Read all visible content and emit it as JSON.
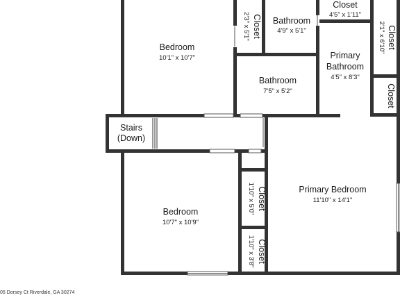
{
  "colors": {
    "wall": "#333333",
    "background": "#ffffff",
    "text": "#1a1a1a"
  },
  "rooms": {
    "bedroom_top": {
      "name": "Bedroom",
      "dims": "10'1\" x 10'7\""
    },
    "closet_tl": {
      "name": "Closet",
      "dims": "2'3\" x 5'1\""
    },
    "bathroom_top": {
      "name": "Bathroom",
      "dims": "4'9\" x 5'1\""
    },
    "closet_top": {
      "name": "Closet",
      "dims": "4'5\" x 1'11\""
    },
    "closet_tr": {
      "name": "Closet",
      "dims": "2'1\" x 6'10\""
    },
    "primary_bath": {
      "name_line1": "Primary",
      "name_line2": "Bathroom",
      "dims": "4'5\" x 8'3\""
    },
    "bathroom_mid": {
      "name": "Bathroom",
      "dims": "7'5\" x 5'2\""
    },
    "closet_r": {
      "name": "Closet"
    },
    "stairs": {
      "name_line1": "Stairs",
      "name_line2": "(Down)"
    },
    "primary_bed": {
      "name": "Primary Bedroom",
      "dims": "11'10\" x 14'1\""
    },
    "bedroom_bottom": {
      "name": "Bedroom",
      "dims": "10'7\" x 10'9\""
    },
    "closet_b1": {
      "name": "Closet",
      "dims": "1'10\" x 5'0\""
    },
    "closet_b2": {
      "name": "Closet",
      "dims": "1'10\" x 3'8\""
    }
  },
  "address": "05 Dorsey Ct Riverdale, GA 30274"
}
